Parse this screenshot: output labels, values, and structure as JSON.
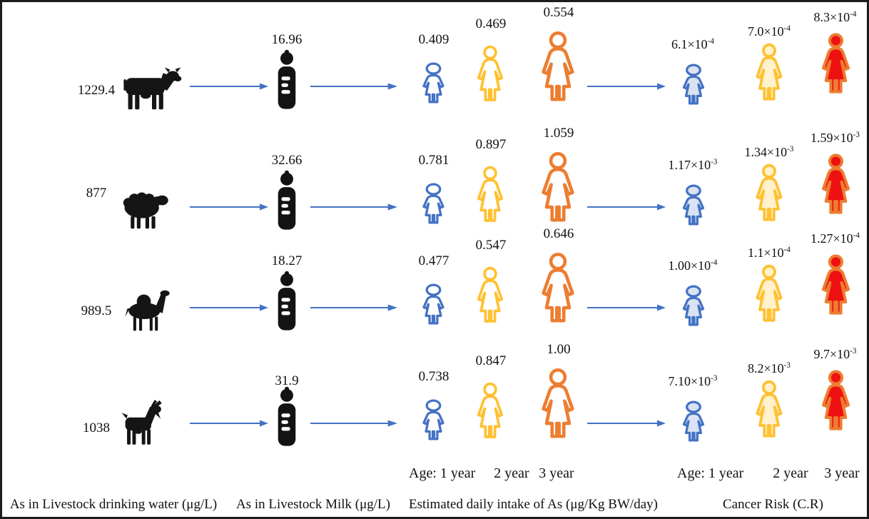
{
  "figure": {
    "stage_captions": {
      "water": "As in Livestock drinking water (μg/L)",
      "milk": "As in Livestock Milk (μg/L)",
      "intake": "Estimated daily intake of As (μg/Kg BW/day)",
      "risk": "Cancer Risk (C.R)"
    },
    "age_labels": {
      "first": "Age: 1 year",
      "second": "2 year",
      "third": "3 year"
    },
    "rows": [
      {
        "animal": "cow",
        "water_value": "1229.4",
        "milk_value": "16.96",
        "intake": [
          "0.409",
          "0.469",
          "0.554"
        ],
        "risk": [
          "6.1×10^-4",
          "7.0×10^-4",
          "8.3×10^-4"
        ]
      },
      {
        "animal": "sheep",
        "water_value": "877",
        "milk_value": "32.66",
        "intake": [
          "0.781",
          "0.897",
          "1.059"
        ],
        "risk": [
          "1.17×10^-3",
          "1.34×10^-3",
          "1.59×10^-3"
        ]
      },
      {
        "animal": "camel",
        "water_value": "989.5",
        "milk_value": "18.27",
        "intake": [
          "0.477",
          "0.547",
          "0.646"
        ],
        "risk": [
          "1.00×10^-4",
          "1.1×10^-4",
          "1.27×10^-4"
        ]
      },
      {
        "animal": "goat",
        "water_value": "1038",
        "milk_value": "31.9",
        "intake": [
          "0.738",
          "0.847",
          "1.00"
        ],
        "risk": [
          "7.10×10^-3",
          "8.2×10^-3",
          "9.7×10^-3"
        ]
      }
    ],
    "colors": {
      "arrow": "#4472C4",
      "age1_stroke": "#4472C4",
      "age2_stroke": "#FFC133",
      "age3_stroke": "#ED7D31",
      "risk1_fill": "#DAE3F3",
      "risk2_fill": "#FFF2CC",
      "risk3_fill": "#EE1111",
      "icon_black": "#151515"
    }
  }
}
